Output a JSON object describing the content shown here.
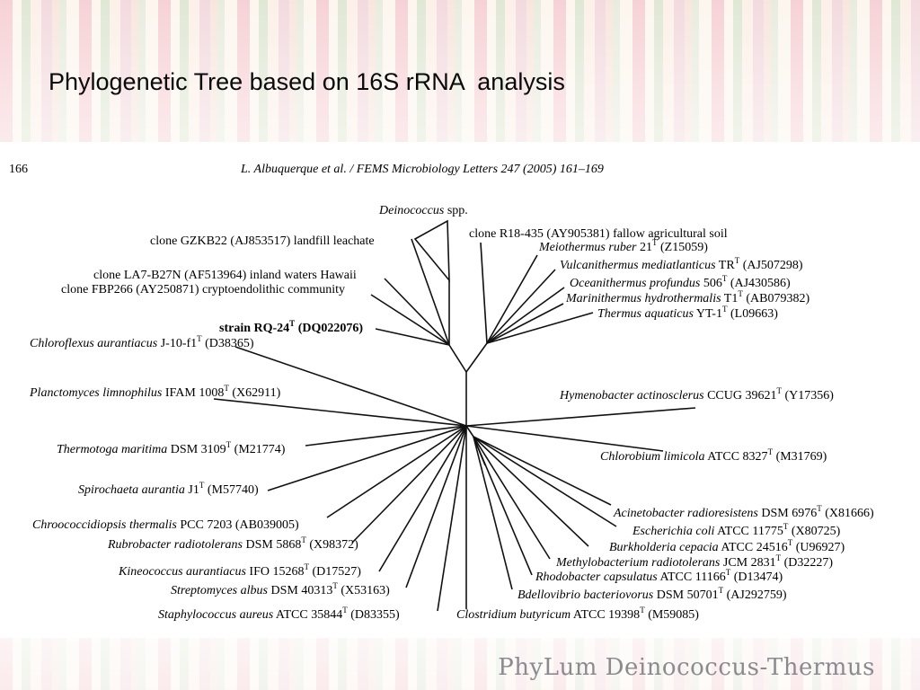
{
  "slide": {
    "title": "Phylogenetic Tree based on 16S rRNA  analysis",
    "footer": "PhyLum Deinococcus-Thermus"
  },
  "paper_header": {
    "page_number": "166",
    "citation": "L. Albuquerque et al. / FEMS Microbiology Letters 247 (2005) 161–169"
  },
  "taxa": [
    {
      "id": "deinococcus",
      "name": "Deinococcus",
      "rest": " spp.",
      "accession": ""
    },
    {
      "id": "gzkb22",
      "name": "",
      "rest": "clone GZKB22 (AJ853517) landfill leachate",
      "accession": ""
    },
    {
      "id": "r18",
      "name": "",
      "rest": "clone R18-435 (AY905381) fallow agricultural soil",
      "accession": ""
    },
    {
      "id": "meiothermus",
      "name": "Meiothermus ruber",
      "rest": " 21",
      "sup": "T",
      "accession": " (Z15059)"
    },
    {
      "id": "la7",
      "name": "",
      "rest": "clone LA7-B27N (AF513964) inland waters Hawaii",
      "accession": ""
    },
    {
      "id": "fbp266",
      "name": "",
      "rest": "clone FBP266 (AY250871) cryptoendolithic community",
      "accession": ""
    },
    {
      "id": "vulcanithermus",
      "name": "Vulcanithermus mediatlanticus",
      "rest": " TR",
      "sup": "T",
      "accession": " (AJ507298)"
    },
    {
      "id": "oceanithermus",
      "name": "Oceanithermus profundus",
      "rest": " 506",
      "sup": "T",
      "accession": " (AJ430586)"
    },
    {
      "id": "marinithermus",
      "name": "Marinithermus hydrothermalis",
      "rest": " T1",
      "sup": "T",
      "accession": " (AB079382)"
    },
    {
      "id": "rq24",
      "name": "",
      "rest": "strain RQ-24",
      "sup": "T",
      "accession": " (DQ022076)"
    },
    {
      "id": "thermus",
      "name": "Thermus aquaticus",
      "rest": " YT-1",
      "sup": "T",
      "accession": " (L09663)"
    },
    {
      "id": "chloroflexus",
      "name": "Chloroflexus aurantiacus",
      "rest": " J-10-f1",
      "sup": "T",
      "accession": " (D38365)"
    },
    {
      "id": "planctomyces",
      "name": "Planctomyces limnophilus",
      "rest": " IFAM 1008",
      "sup": "T",
      "accession": " (X62911)"
    },
    {
      "id": "hymenobacter",
      "name": "Hymenobacter actinosclerus",
      "rest": " CCUG 39621",
      "sup": "T",
      "accession": " (Y17356)"
    },
    {
      "id": "thermotoga",
      "name": "Thermotoga maritima",
      "rest": " DSM 3109",
      "sup": "T",
      "accession": " (M21774)"
    },
    {
      "id": "chlorobium",
      "name": "Chlorobium limicola",
      "rest": " ATCC 8327",
      "sup": "T",
      "accession": " (M31769)"
    },
    {
      "id": "spirochaeta",
      "name": "Spirochaeta aurantia",
      "rest": " J1",
      "sup": "T",
      "accession": " (M57740)"
    },
    {
      "id": "acinetobacter",
      "name": "Acinetobacter radioresistens",
      "rest": " DSM 6976",
      "sup": "T",
      "accession": " (X81666)"
    },
    {
      "id": "chroococcidiopsis",
      "name": "Chroococcidiopsis thermalis",
      "rest": " PCC 7203  (AB039005)",
      "accession": ""
    },
    {
      "id": "escherichia",
      "name": "Escherichia coli",
      "rest": " ATCC 11775",
      "sup": "T",
      "accession": " (X80725)"
    },
    {
      "id": "rubrobacter",
      "name": "Rubrobacter radiotolerans",
      "rest": " DSM 5868",
      "sup": "T",
      "accession": " (X98372)"
    },
    {
      "id": "burkholderia",
      "name": "Burkholderia cepacia",
      "rest": " ATCC 24516",
      "sup": "T",
      "accession": " (U96927)"
    },
    {
      "id": "methylobacterium",
      "name": "Methylobacterium radiotolerans",
      "rest": " JCM 2831",
      "sup": "T",
      "accession": " (D32227)"
    },
    {
      "id": "kineococcus",
      "name": "Kineococcus aurantiacus",
      "rest": " IFO 15268",
      "sup": "T",
      "accession": " (D17527)"
    },
    {
      "id": "rhodobacter",
      "name": "Rhodobacter capsulatus",
      "rest": " ATCC 11166",
      "sup": "T",
      "accession": " (D13474)"
    },
    {
      "id": "streptomyces",
      "name": "Streptomyces albus",
      "rest": " DSM 40313",
      "sup": "T",
      "accession": " (X53163)"
    },
    {
      "id": "bdellovibrio",
      "name": "Bdellovibrio bacteriovorus",
      "rest": " DSM 50701",
      "sup": "T",
      "accession": " (AJ292759)"
    },
    {
      "id": "staphylococcus",
      "name": "Staphylococcus aureus",
      "rest": " ATCC 35844",
      "sup": "T",
      "accession": " (D83355)"
    },
    {
      "id": "clostridium",
      "name": "Clostridium butyricum",
      "rest": " ATCC 19398",
      "sup": "T",
      "accession": " (M59085)"
    }
  ]
}
